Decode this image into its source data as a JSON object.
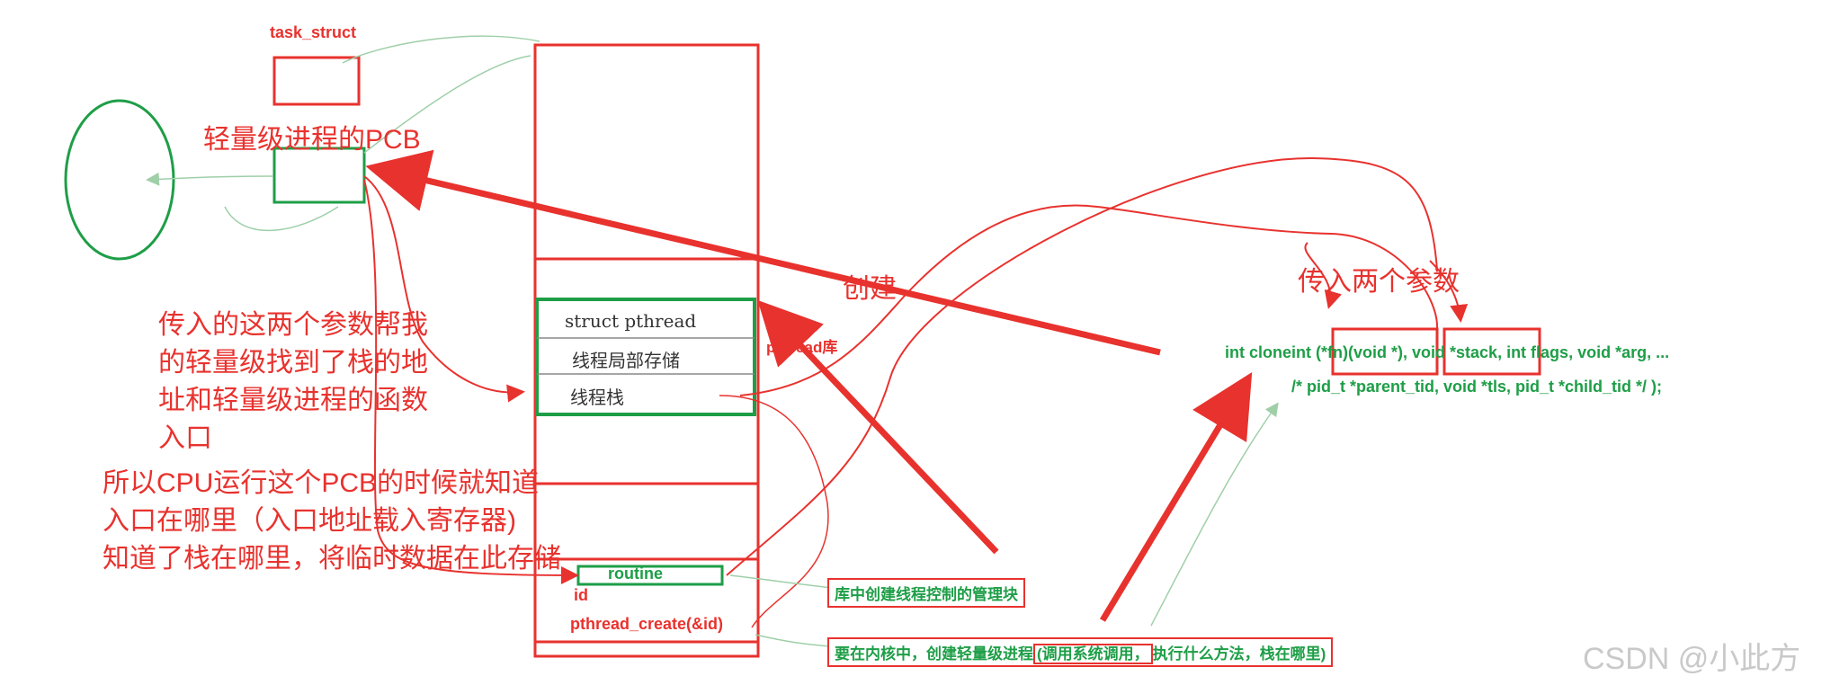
{
  "labels": {
    "task_struct": "task_struct",
    "lwp_pcb": "轻量级进程的PCB",
    "create": "创建",
    "pass_two_params": "传入两个参数",
    "pthread_lib": "pthread库",
    "note1_line1": "传入的这两个参数帮我",
    "note1_line2": "的轻量级找到了栈的地",
    "note1_line3": "址和轻量级进程的函数",
    "note1_line4": "入口",
    "note2_line1": "所以CPU运行这个PCB的时候就知道",
    "note2_line2": "入口在哪里（入口地址载入寄存器)",
    "note2_line3": "知道了栈在哪里，将临时数据在此存储"
  },
  "memory": {
    "struct_pthread": "struct pthread",
    "thread_local_storage": "线程局部存储",
    "thread_stack": "线程栈",
    "routine": "routine",
    "id": "id",
    "pthread_create": "pthread_create(&id)"
  },
  "code": {
    "line1_prefix": "int ",
    "clone": "clone",
    "fn_param": "int (*fn)(void *)",
    "sep": ", ",
    "stack_param": "void *stack",
    "line1_rest": ", int flags, void *arg, ...",
    "line2": "/* pid_t *parent_tid, void *tls, pid_t *child_tid */ );"
  },
  "notes": {
    "lib_block_note": "库中创建线程控制的管理块",
    "kernel_note_part1": "要在内核中，创建轻量级进程",
    "kernel_note_boxed": "(调用系统调用，",
    "kernel_note_part2": "执行什么方法，栈在哪里)"
  },
  "watermark": "CSDN @小此方",
  "colors": {
    "red": "#e8322e",
    "green": "#1e9e47"
  }
}
